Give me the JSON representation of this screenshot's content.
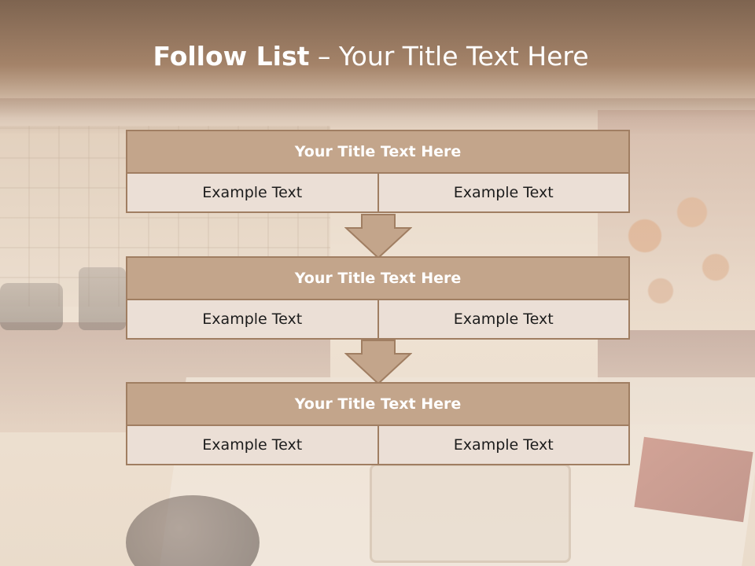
{
  "slide": {
    "title_bold": "Follow List",
    "title_rest": " – Your Title Text Here"
  },
  "blocks": [
    {
      "title": "Your Title Text Here",
      "left": "Example Text",
      "right": "Example Text"
    },
    {
      "title": "Your Title Text Here",
      "left": "Example Text",
      "right": "Example Text"
    },
    {
      "title": "Your Title Text Here",
      "left": "Example Text",
      "right": "Example Text"
    }
  ],
  "colors": {
    "header_band": "#a48369",
    "block_header": "#c3a58b",
    "block_body": "#ebdfd6",
    "border": "#a07e62",
    "arrow_fill": "#c3a58b"
  }
}
